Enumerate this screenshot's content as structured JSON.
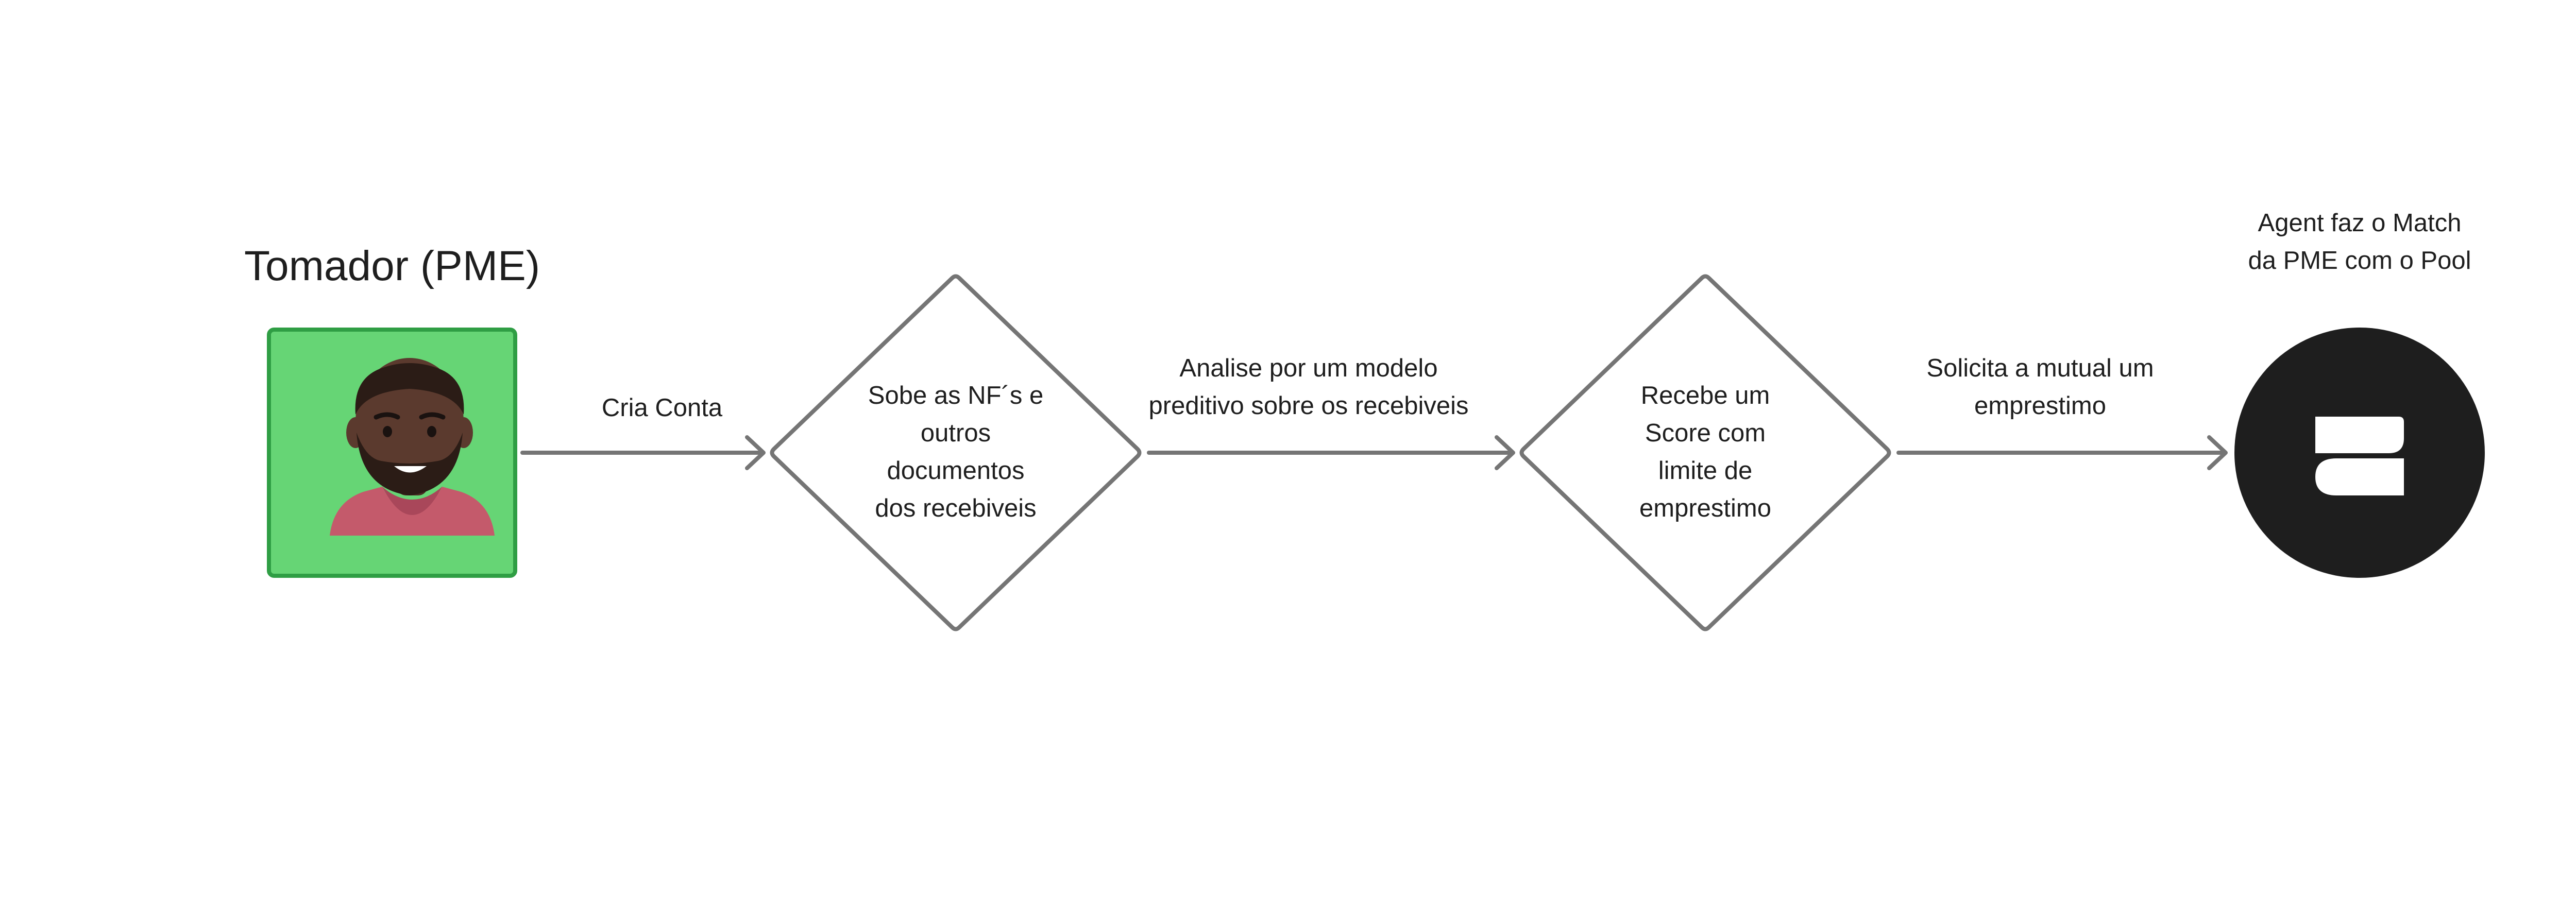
{
  "title": "Tomador (PME)",
  "nodes": {
    "actor": {
      "icon": "person-avatar-icon",
      "fill": "#66d575",
      "stroke": "#2f9e44"
    },
    "upload_docs": {
      "label": "Sobe as NF´s e\noutros\ndocumentos\ndos recebiveis"
    },
    "score": {
      "label": "Recebe um\nScore com\nlimite de\nemprestimo"
    },
    "pool_agent": {
      "label": "Agent faz o Match\nda PME com o Pool",
      "icon": "logo-icon",
      "fill": "#1e1e1e"
    }
  },
  "edges": {
    "create_account": {
      "label": "Cria Conta"
    },
    "predictive_analysis": {
      "label": "Analise por um modelo\npreditivo sobre os recebiveis"
    },
    "request_loan": {
      "label": "Solicita a mutual um\nemprestimo"
    }
  },
  "colors": {
    "stroke": "#757575",
    "text": "#1e1e1e",
    "skin": "#5b3a2e",
    "shirt": "#c45a6b"
  }
}
